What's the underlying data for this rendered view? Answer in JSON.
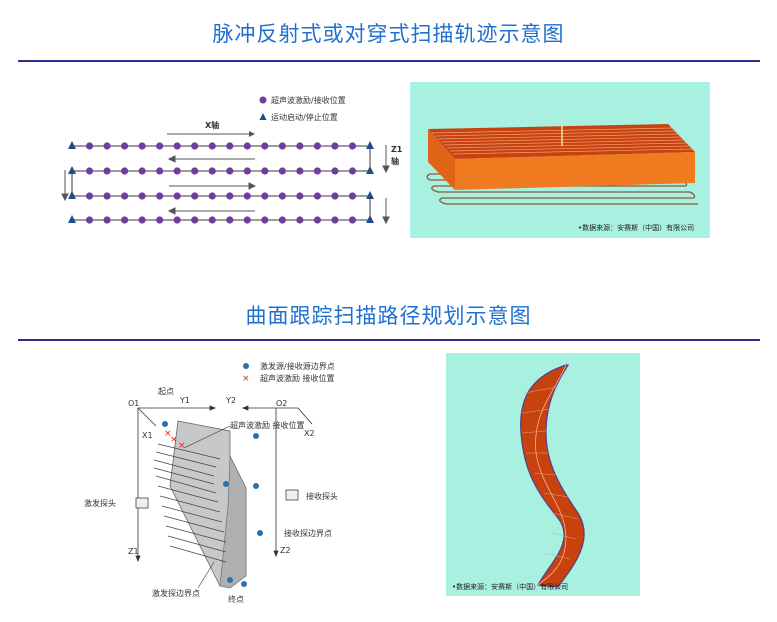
{
  "section1": {
    "title": "脉冲反射式或对穿式扫描轨迹示意图",
    "legend": {
      "point_label": "超声波激励/接收位置",
      "triangle_label": "运动启动/停止位置"
    },
    "x_axis_label": "X轴",
    "z_axis_label_1": "Z1",
    "z_axis_label_2": "轴",
    "source_text": "•数据来源：安赛斯（中国）有限公司",
    "colors": {
      "point": "#6b3fa0",
      "triangle": "#1f4e8c",
      "bg_panel": "#a8f0e0",
      "block_top": "#c8420e",
      "block_side": "#f07a20"
    }
  },
  "section2": {
    "title": "曲面跟踪扫描路径规划示意图",
    "legend": {
      "dot_label": "激发源/接收源边界点",
      "cross_label": "超声波激励 接收位置"
    },
    "labels": {
      "start": "起点",
      "o1": "O1",
      "y1": "Y1",
      "y2": "Y2",
      "o2": "O2",
      "x1": "X1",
      "x2": "X2",
      "excite_pos": "超声波激励 接收位置",
      "exciter_probe": "激发探头",
      "receiver_probe": "接收探头",
      "receiver_boundary": "接收探边界点",
      "z1": "Z1",
      "z2": "Z2",
      "exciter_boundary": "激发探边界点",
      "end": "终点"
    },
    "source_text": "•数据来源：安赛斯（中国）有限公司"
  }
}
